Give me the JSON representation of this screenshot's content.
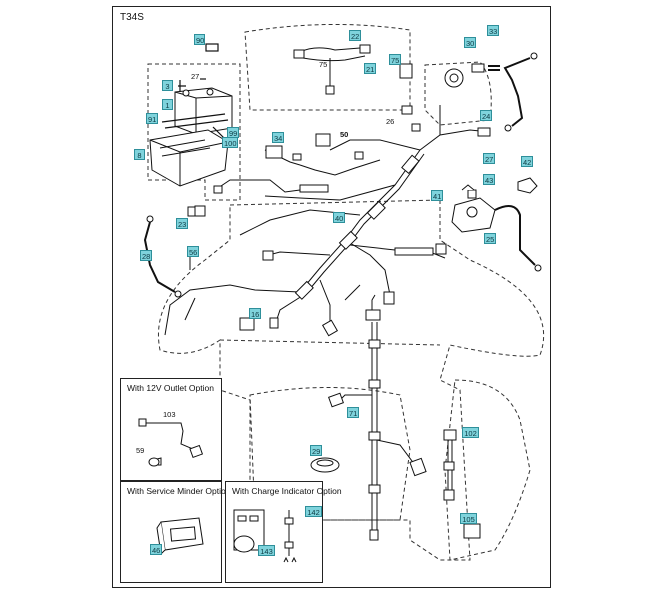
{
  "diagram_code": "T34S",
  "insets": {
    "outlet": {
      "title": "With 12V Outlet Option",
      "ref_103": "103",
      "ref_59": "59"
    },
    "minder": {
      "title": "With Service Minder Option",
      "ref_46": "46"
    },
    "indicator": {
      "title": "With Charge Indicator Option",
      "ref_142": "142",
      "ref_143": "143"
    }
  },
  "callouts": {
    "c90": "90",
    "c27a": "27",
    "c3": "3",
    "c1": "1",
    "c91": "91",
    "c99": "99",
    "c100": "100",
    "c8": "8",
    "c22": "22",
    "c75a": "75",
    "c21": "21",
    "c75b": "75",
    "c30": "30",
    "c33": "33",
    "c26": "26",
    "c34": "34",
    "c50": "50",
    "c24": "24",
    "c27b": "27",
    "c42": "42",
    "c41": "41",
    "c43": "43",
    "c25": "25",
    "c23": "23",
    "c40": "40",
    "c28": "28",
    "c56": "56",
    "c16": "16",
    "c71": "71",
    "c102": "102",
    "c29": "29",
    "c105": "105"
  }
}
